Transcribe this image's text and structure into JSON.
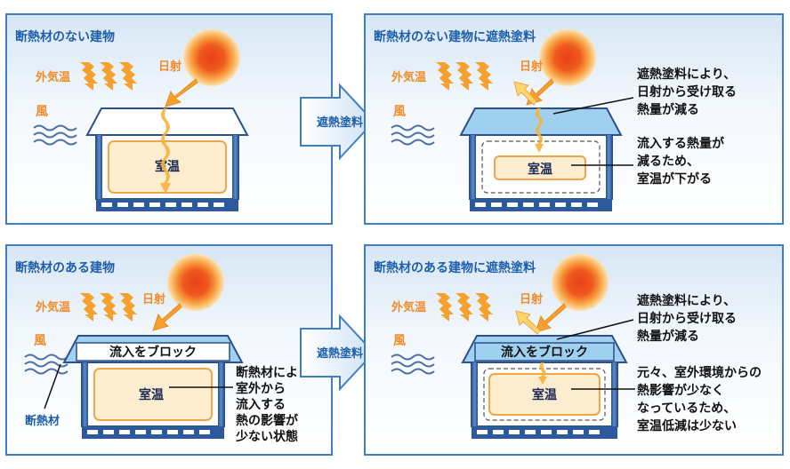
{
  "panels": {
    "top_left": {
      "title": "断熱材のない建物"
    },
    "top_right": {
      "title": "断熱材のない建物に遮熱塗料"
    },
    "bottom_left": {
      "title": "断熱材のある建物"
    },
    "bottom_right": {
      "title": "断熱材のある建物に遮熱塗料"
    }
  },
  "labels": {
    "outside_temp": "外気温",
    "sunlight": "日射",
    "wind": "風",
    "room_temp": "室温",
    "block_inflow": "流入をブロック",
    "insulation": "断熱材"
  },
  "arrows": {
    "top": "遮熱塗料",
    "bottom": "遮熱塗料"
  },
  "descriptions": {
    "top_right_1": [
      "遮熱塗料により、",
      "日射から受け取る",
      "熱量が減る"
    ],
    "top_right_2": [
      "流入する熱量が",
      "減るため、",
      "室温が下がる"
    ],
    "bottom_left": [
      "断熱材により、",
      "室外から",
      "流入する",
      "熱の影響が",
      "少ない状態"
    ],
    "bottom_right_1": [
      "遮熱塗料により、",
      "日射から受け取る",
      "熱量が減る"
    ],
    "bottom_right_2": [
      "元々、室外環境からの",
      "熱影響が少なく",
      "なっているため、",
      "室温低減は少ない"
    ]
  },
  "colors": {
    "panel_border": "#3f7dc5",
    "title": "#1d5fa8",
    "accent_orange": "#f08c28",
    "sun": "#e8461e",
    "paint": "#9fd0f0"
  }
}
